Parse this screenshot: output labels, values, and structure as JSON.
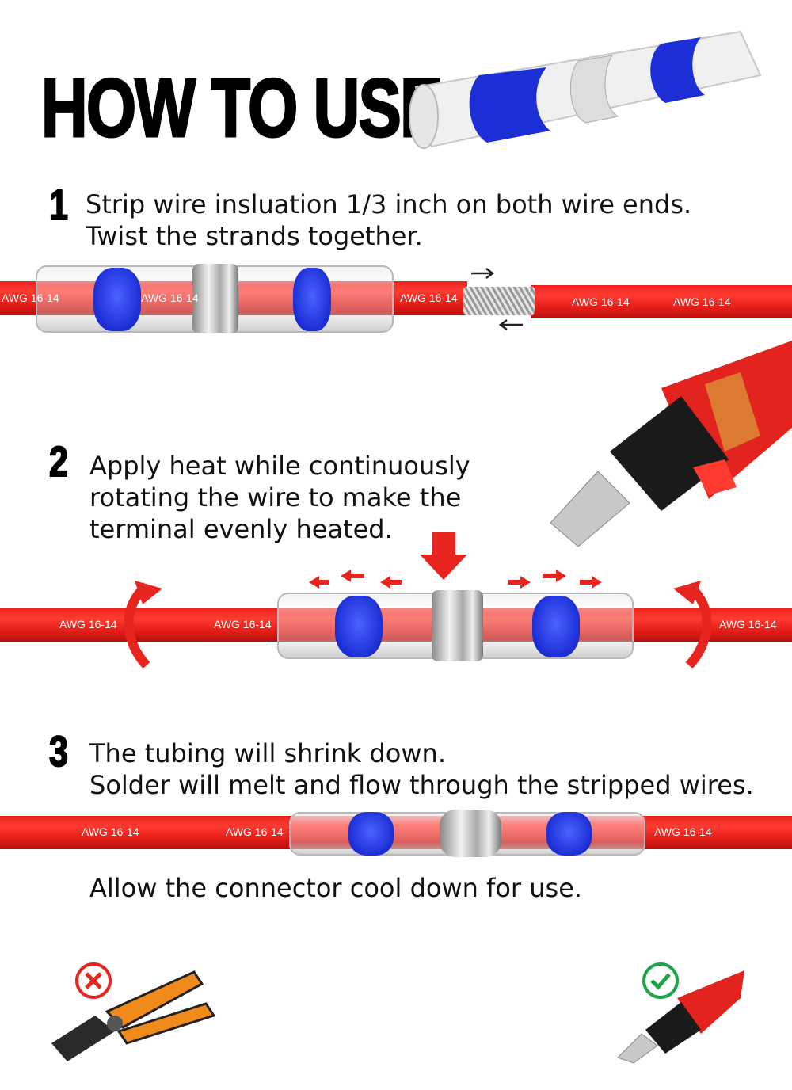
{
  "title": "HOW TO USE",
  "wire_label": "AWG 16-14",
  "steps": [
    {
      "number": "1",
      "lines": [
        "Strip wire insluation 1/3 inch on both wire ends.",
        "Twist the strands together."
      ]
    },
    {
      "number": "2",
      "lines": [
        "Apply heat while continuously",
        "rotating the wire to make the",
        "terminal evenly heated."
      ]
    },
    {
      "number": "3",
      "lines": [
        "The tubing will shrink down.",
        "Solder will melt and flow through the stripped wires."
      ]
    }
  ],
  "note": "Allow the connector cool down for use.",
  "icons": {
    "wrong": "x-icon",
    "right": "check-icon"
  },
  "colors": {
    "wire": "#e8241f",
    "ring": "#1c2fd6",
    "wrong": "#e8241f",
    "right": "#1fa34a"
  }
}
